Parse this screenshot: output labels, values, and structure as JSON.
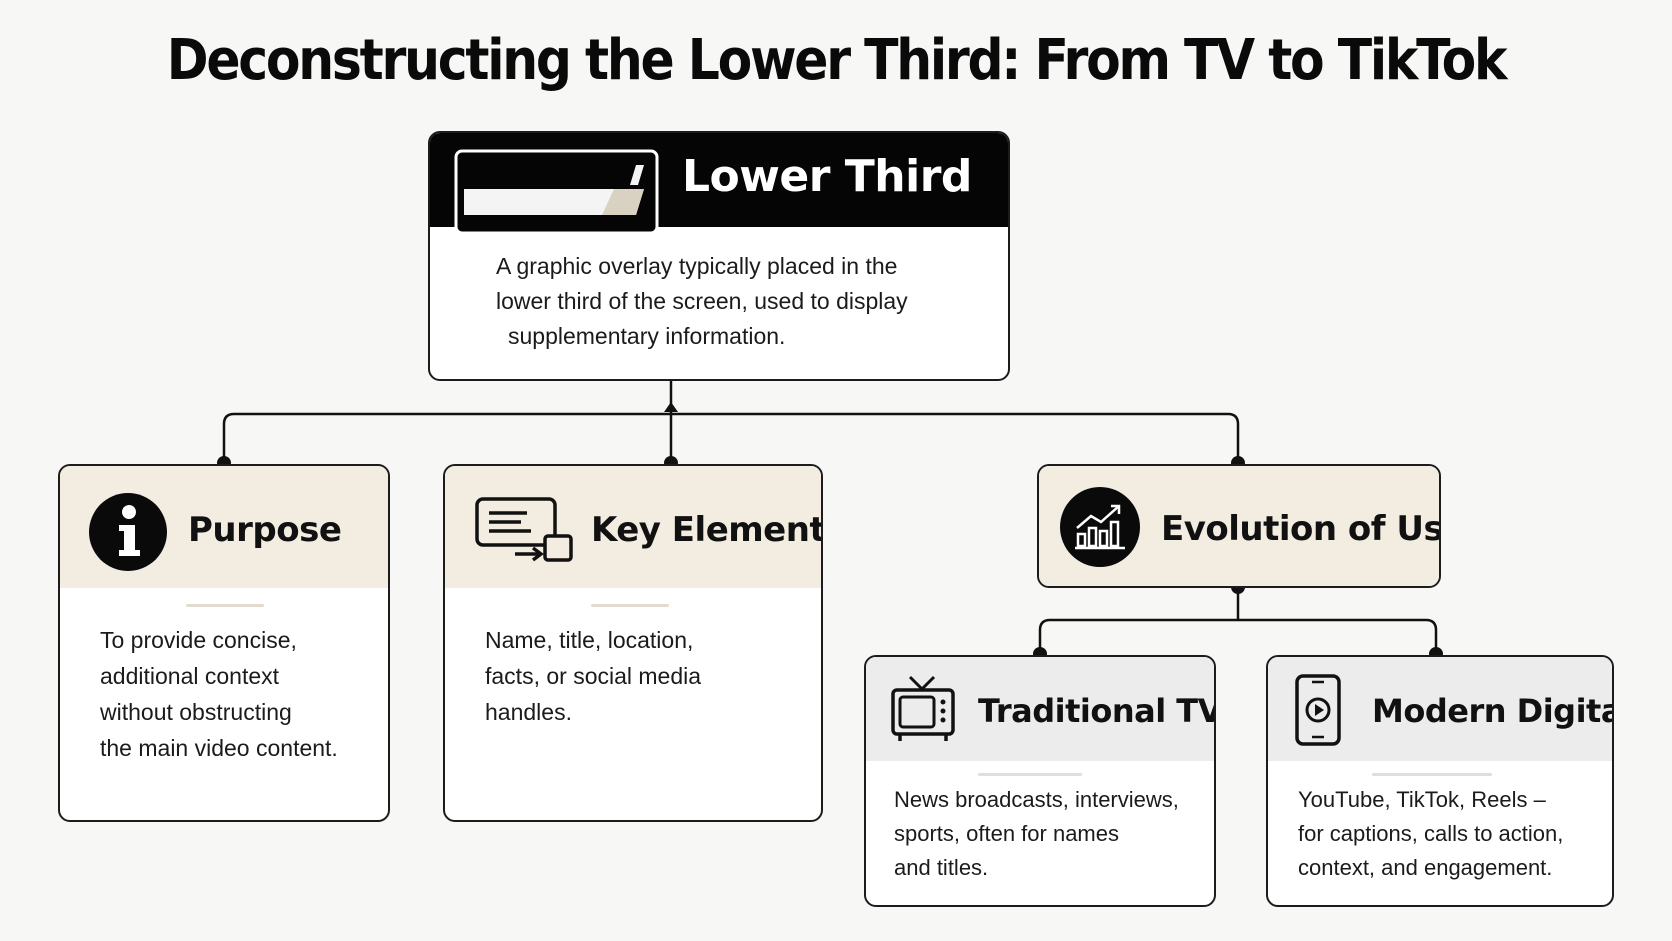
{
  "title": "Deconstructing the Lower Third: From TV to TikTok",
  "main": {
    "label": "Lower Third",
    "icon": "lower-third-graphic-icon",
    "description": [
      "A graphic overlay typically placed in the",
      "lower third of the screen, used to display",
      "supplementary information."
    ]
  },
  "purpose": {
    "label": "Purpose",
    "icon": "info-icon",
    "description": [
      "To provide concise,",
      "additional context",
      "without obstructing",
      "the main video content."
    ]
  },
  "key_elements": {
    "label": "Key Elements",
    "icon": "text-elements-icon",
    "description": [
      "Name, title, location,",
      "facts, or social media",
      "handles."
    ]
  },
  "evolution": {
    "label": "Evolution of Use",
    "icon": "growth-chart-icon"
  },
  "traditional_tv": {
    "label": "Traditional TV",
    "icon": "television-icon",
    "description": [
      "News broadcasts, interviews,",
      "sports, often for names",
      "and titles."
    ]
  },
  "modern_digital": {
    "label": "Modern Digital",
    "icon": "smartphone-play-icon",
    "description": [
      "YouTube, TikTok, Reels –",
      "for captions, calls to action,",
      "context, and engagement."
    ]
  },
  "colors": {
    "header_beige": "#f2ece1",
    "header_gray": "#ececec",
    "header_black": "#050505",
    "border": "#1c1c1c"
  }
}
